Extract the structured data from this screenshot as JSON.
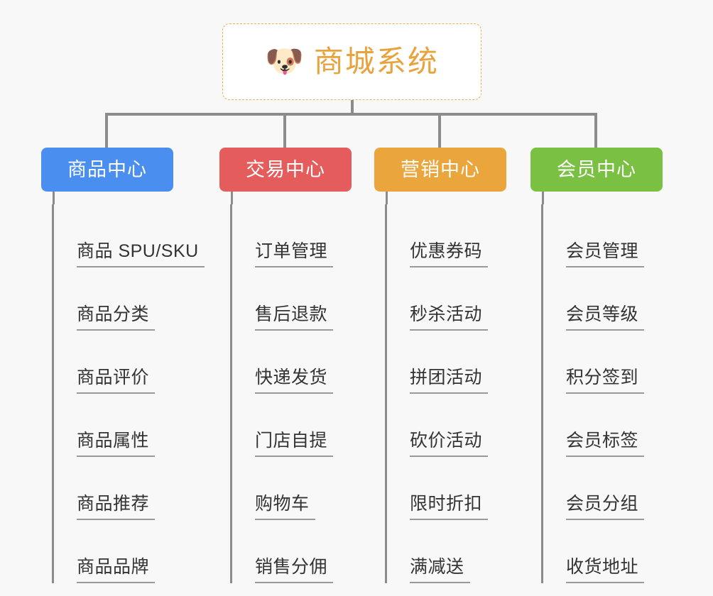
{
  "background_color": "#f8f8f8",
  "root": {
    "icon": "shiba-dog-face-emoji",
    "icon_glyph": "🐶",
    "title": "商城系统",
    "text_color": "#e8a33d",
    "border_color": "#e8b251",
    "background_color": "#ffffff"
  },
  "connector_color": "#8c8c8c",
  "categories": [
    {
      "label": "商品中心",
      "color": "#4a8ff0",
      "items": [
        "商品 SPU/SKU",
        "商品分类",
        "商品评价",
        "商品属性",
        "商品推荐",
        "商品品牌"
      ]
    },
    {
      "label": "交易中心",
      "color": "#e45c5c",
      "items": [
        "订单管理",
        "售后退款",
        "快递发货",
        "门店自提",
        "购物车",
        "销售分佣"
      ]
    },
    {
      "label": "营销中心",
      "color": "#eaa63c",
      "items": [
        "优惠券码",
        "秒杀活动",
        "拼团活动",
        "砍价活动",
        "限时折扣",
        "满减送"
      ]
    },
    {
      "label": "会员中心",
      "color": "#7ac143",
      "items": [
        "会员管理",
        "会员等级",
        "积分签到",
        "会员标签",
        "会员分组",
        "收货地址"
      ]
    }
  ]
}
